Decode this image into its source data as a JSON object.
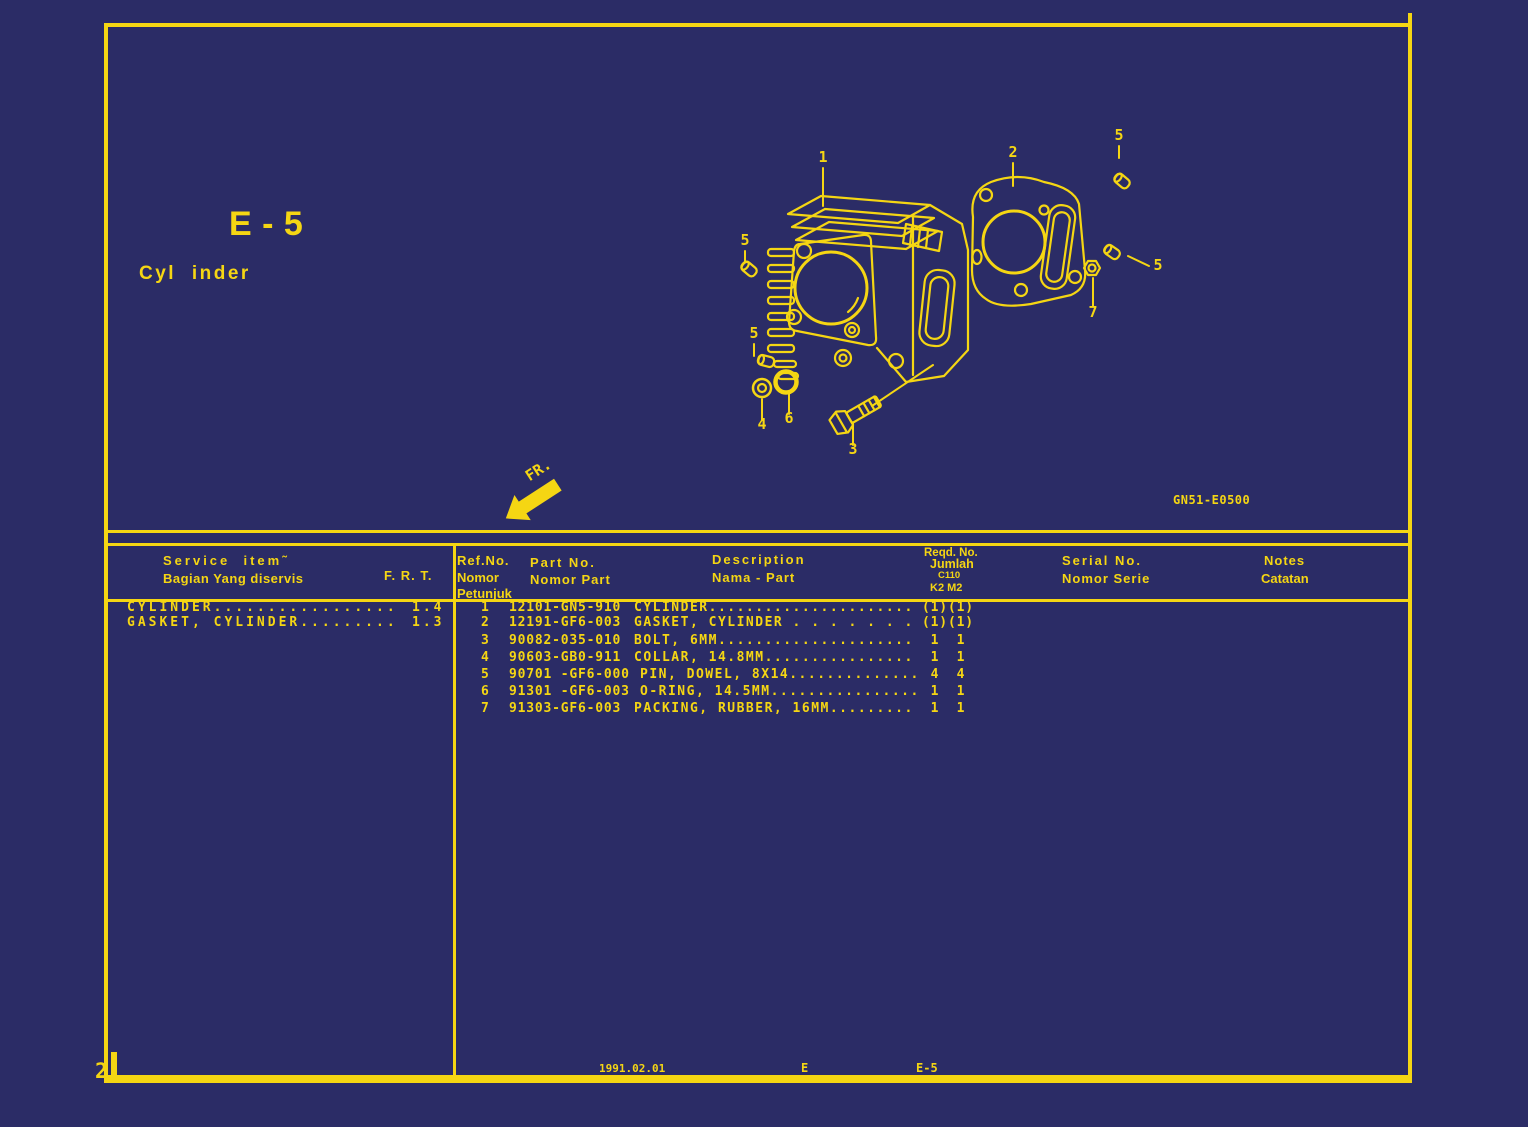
{
  "colors": {
    "background": "#2b2c66",
    "ink": "#f5d613"
  },
  "header": {
    "section_code": "E - 5",
    "section_title": "Cyl inder"
  },
  "diagram": {
    "drawing_no": "GN51-E0500",
    "front_label": "FR.",
    "callout_1": "1",
    "callout_2": "2",
    "callout_3": "3",
    "callout_4": "4",
    "callout_5": "5",
    "callout_6": "6",
    "callout_7": "7"
  },
  "service_table": {
    "col_item": "Service  item˜",
    "col_item_sub": "Bagian Yang diservis",
    "col_frt": "F. R. T.",
    "rows": [
      {
        "item": "CYLINDER.................",
        "frt": "1.4"
      },
      {
        "item": "GASKET, CYLINDER.........",
        "frt": "1.3"
      }
    ]
  },
  "parts_table": {
    "col_ref": "Ref.No.",
    "col_ref_sub1": "Nomor",
    "col_ref_sub2": "Petunjuk",
    "col_part": "Part No.",
    "col_part_sub": "Nomor Part",
    "col_desc": "Description",
    "col_desc_sub": "Nama - Part",
    "col_qty": "Reqd. No.",
    "col_qty_sub1": "Jumlah",
    "col_qty_sub2": "C110",
    "col_qty_sub3": "K2 M2",
    "col_serial": "Serial No.",
    "col_serial_sub": "Nomor Serie",
    "col_notes": "Notes",
    "col_notes_sub": "Catatan",
    "rows": [
      {
        "ref": "1",
        "part": "12101-GN5-910",
        "desc": "CYLINDER......................",
        "q1": "(1)",
        "q2": "(1)"
      },
      {
        "ref": "2",
        "part": "12191-GF6-003",
        "desc": "GASKET, CYLINDER . . . . . . .",
        "q1": "(1)",
        "q2": "(1)"
      },
      {
        "ref": "3",
        "part": "90082-035-010",
        "desc": "BOLT, 6MM.....................",
        "q1": "1",
        "q2": "1"
      },
      {
        "ref": "4",
        "part": "90603-GB0-911",
        "desc": "COLLAR, 14.8MM................",
        "q1": "1",
        "q2": "1"
      },
      {
        "ref": "5",
        "part": "90701 -GF6-000",
        "desc": "PIN, DOWEL, 8X14..............",
        "q1": "4",
        "q2": "4"
      },
      {
        "ref": "6",
        "part": "91301 -GF6-003",
        "desc": "O-RING, 14.5MM................",
        "q1": "1",
        "q2": "1"
      },
      {
        "ref": "7",
        "part": "91303-GF6-003",
        "desc": "PACKING, RUBBER, 16MM.........",
        "q1": "1",
        "q2": "1"
      }
    ]
  },
  "footer": {
    "date": "1991.02.01",
    "section": "E",
    "page_code": "E-5",
    "page_number": "2"
  }
}
